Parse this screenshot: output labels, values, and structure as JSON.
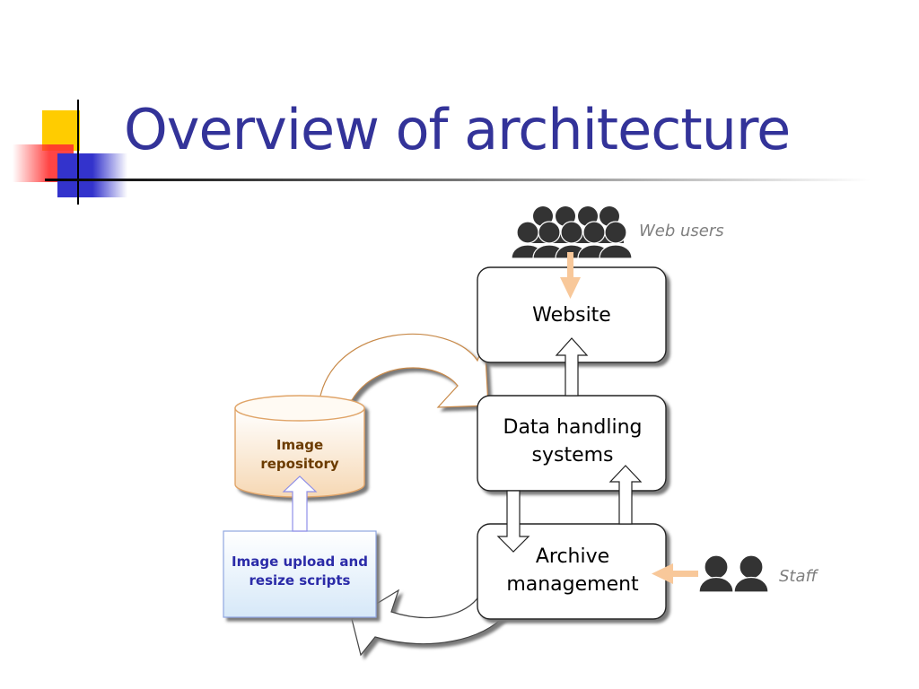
{
  "slide": {
    "title": "Overview of architecture"
  },
  "diagram": {
    "boxes": {
      "website": "Website",
      "data_handling": "Data handling systems",
      "archive": "Archive management"
    },
    "image_repository": "Image repository",
    "upload_scripts": "Image upload and resize scripts",
    "actors": {
      "web_users": "Web users",
      "staff": "Staff"
    }
  },
  "colors": {
    "title": "#333399",
    "accent_arrow": "#f8c89a",
    "repository_border": "#e0a468",
    "scripts_fill": "#e4f0fb",
    "people": "#333333"
  }
}
